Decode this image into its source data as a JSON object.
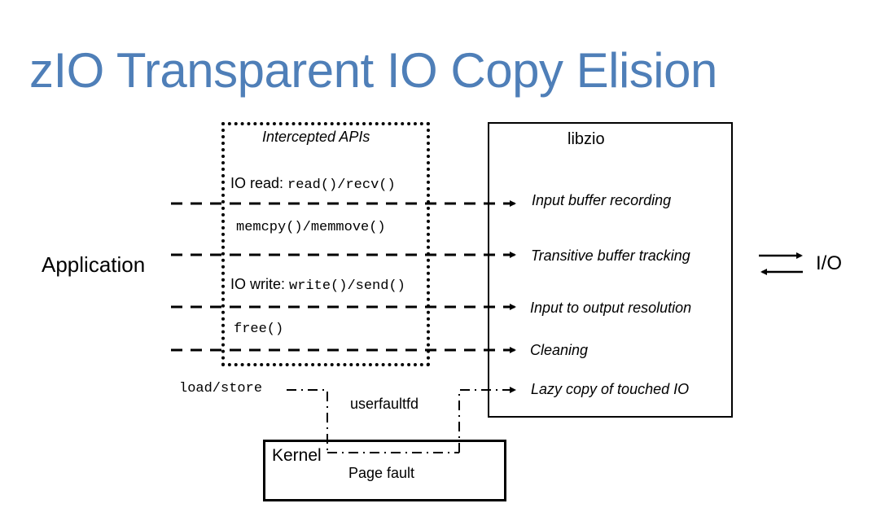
{
  "title": "zIO Transparent IO Copy Elision",
  "application_label": "Application",
  "io_label": "I/O",
  "intercepted": {
    "title": "Intercepted APIs",
    "read_prefix": "IO read:",
    "read_code": "read()/recv()",
    "memcpy_code": "memcpy()/memmove()",
    "write_prefix": "IO write:",
    "write_code": "write()/send()",
    "free_code": "free()"
  },
  "libzio": {
    "title": "libzio",
    "items": [
      "Input buffer recording",
      "Transitive buffer tracking",
      "Input to output resolution",
      "Cleaning",
      "Lazy copy of touched IO"
    ]
  },
  "load_store_label": "load/store",
  "userfaultfd_label": "userfaultfd",
  "kernel": {
    "title": "Kernel",
    "subtitle": "Page fault"
  },
  "colors": {
    "title": "#4f7fb8",
    "line": "#000000"
  }
}
